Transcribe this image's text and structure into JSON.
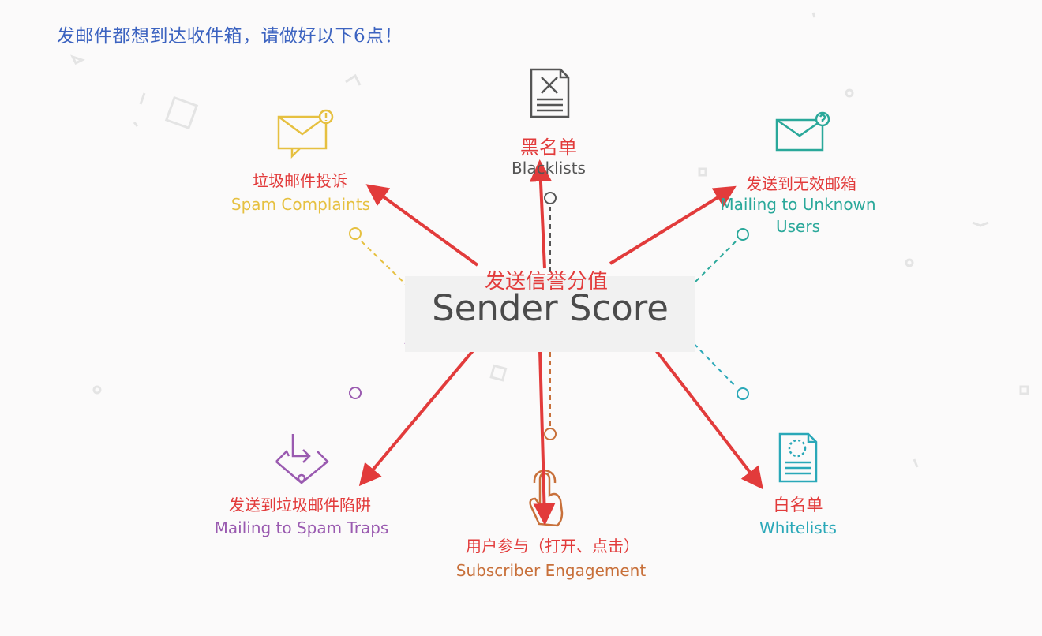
{
  "title": "发邮件都想到达收件箱，请做好以下6点！",
  "center": {
    "cn": "发送信誉分值",
    "en": "Sender Score"
  },
  "factors": {
    "blacklists": {
      "cn": "黑名单",
      "en": "Blacklists",
      "color": "#555555"
    },
    "spam_complaints": {
      "cn": "垃圾邮件投诉",
      "en": "Spam Complaints",
      "color": "#e6c040"
    },
    "unknown_users": {
      "cn": "发送到无效邮箱",
      "en_line1": "Mailing to Unknown",
      "en_line2": "Users",
      "color": "#2aa89a"
    },
    "spam_traps": {
      "cn": "发送到垃圾邮件陷阱",
      "en": "Mailing to Spam Traps",
      "color": "#9a5ab0"
    },
    "engagement": {
      "cn": "用户参与（打开、点击）",
      "en": "Subscriber Engagement",
      "color": "#c8703a"
    },
    "whitelists": {
      "cn": "白名单",
      "en": "Whitelists",
      "color": "#2aa8b8"
    }
  },
  "colors": {
    "title": "#3c63c0",
    "arrow": "#e23b3b",
    "label_cn": "#e23b3b"
  }
}
